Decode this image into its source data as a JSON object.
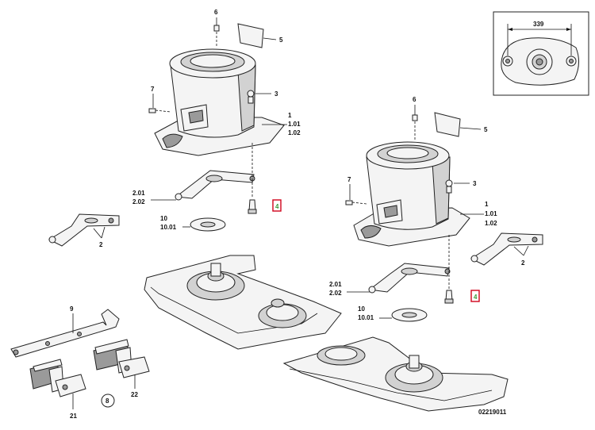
{
  "diagram": {
    "drawing_number": "02219011",
    "inset_dimension": "339",
    "labels": {
      "l6a": "6",
      "l5a": "5",
      "l7a": "7",
      "l3a": "3",
      "l1a": "1",
      "l101a": "1.01",
      "l102a": "1.02",
      "l201a": "2.01",
      "l202a": "2.02",
      "l4a": "4",
      "l10a": "10",
      "l1001a": "10.01",
      "l2a": "2",
      "l6b": "6",
      "l5b": "5",
      "l7b": "7",
      "l3b": "3",
      "l1b": "1",
      "l101b": "1.01",
      "l102b": "1.02",
      "l201b": "2.01",
      "l202b": "2.02",
      "l4b": "4",
      "l10b": "10",
      "l1001b": "10.01",
      "l2b": "2",
      "l9": "9",
      "l8": "8",
      "l21": "21",
      "l22": "22"
    },
    "highlight_color": "#d0021b",
    "highlight_fill": "#3a9a3a"
  }
}
